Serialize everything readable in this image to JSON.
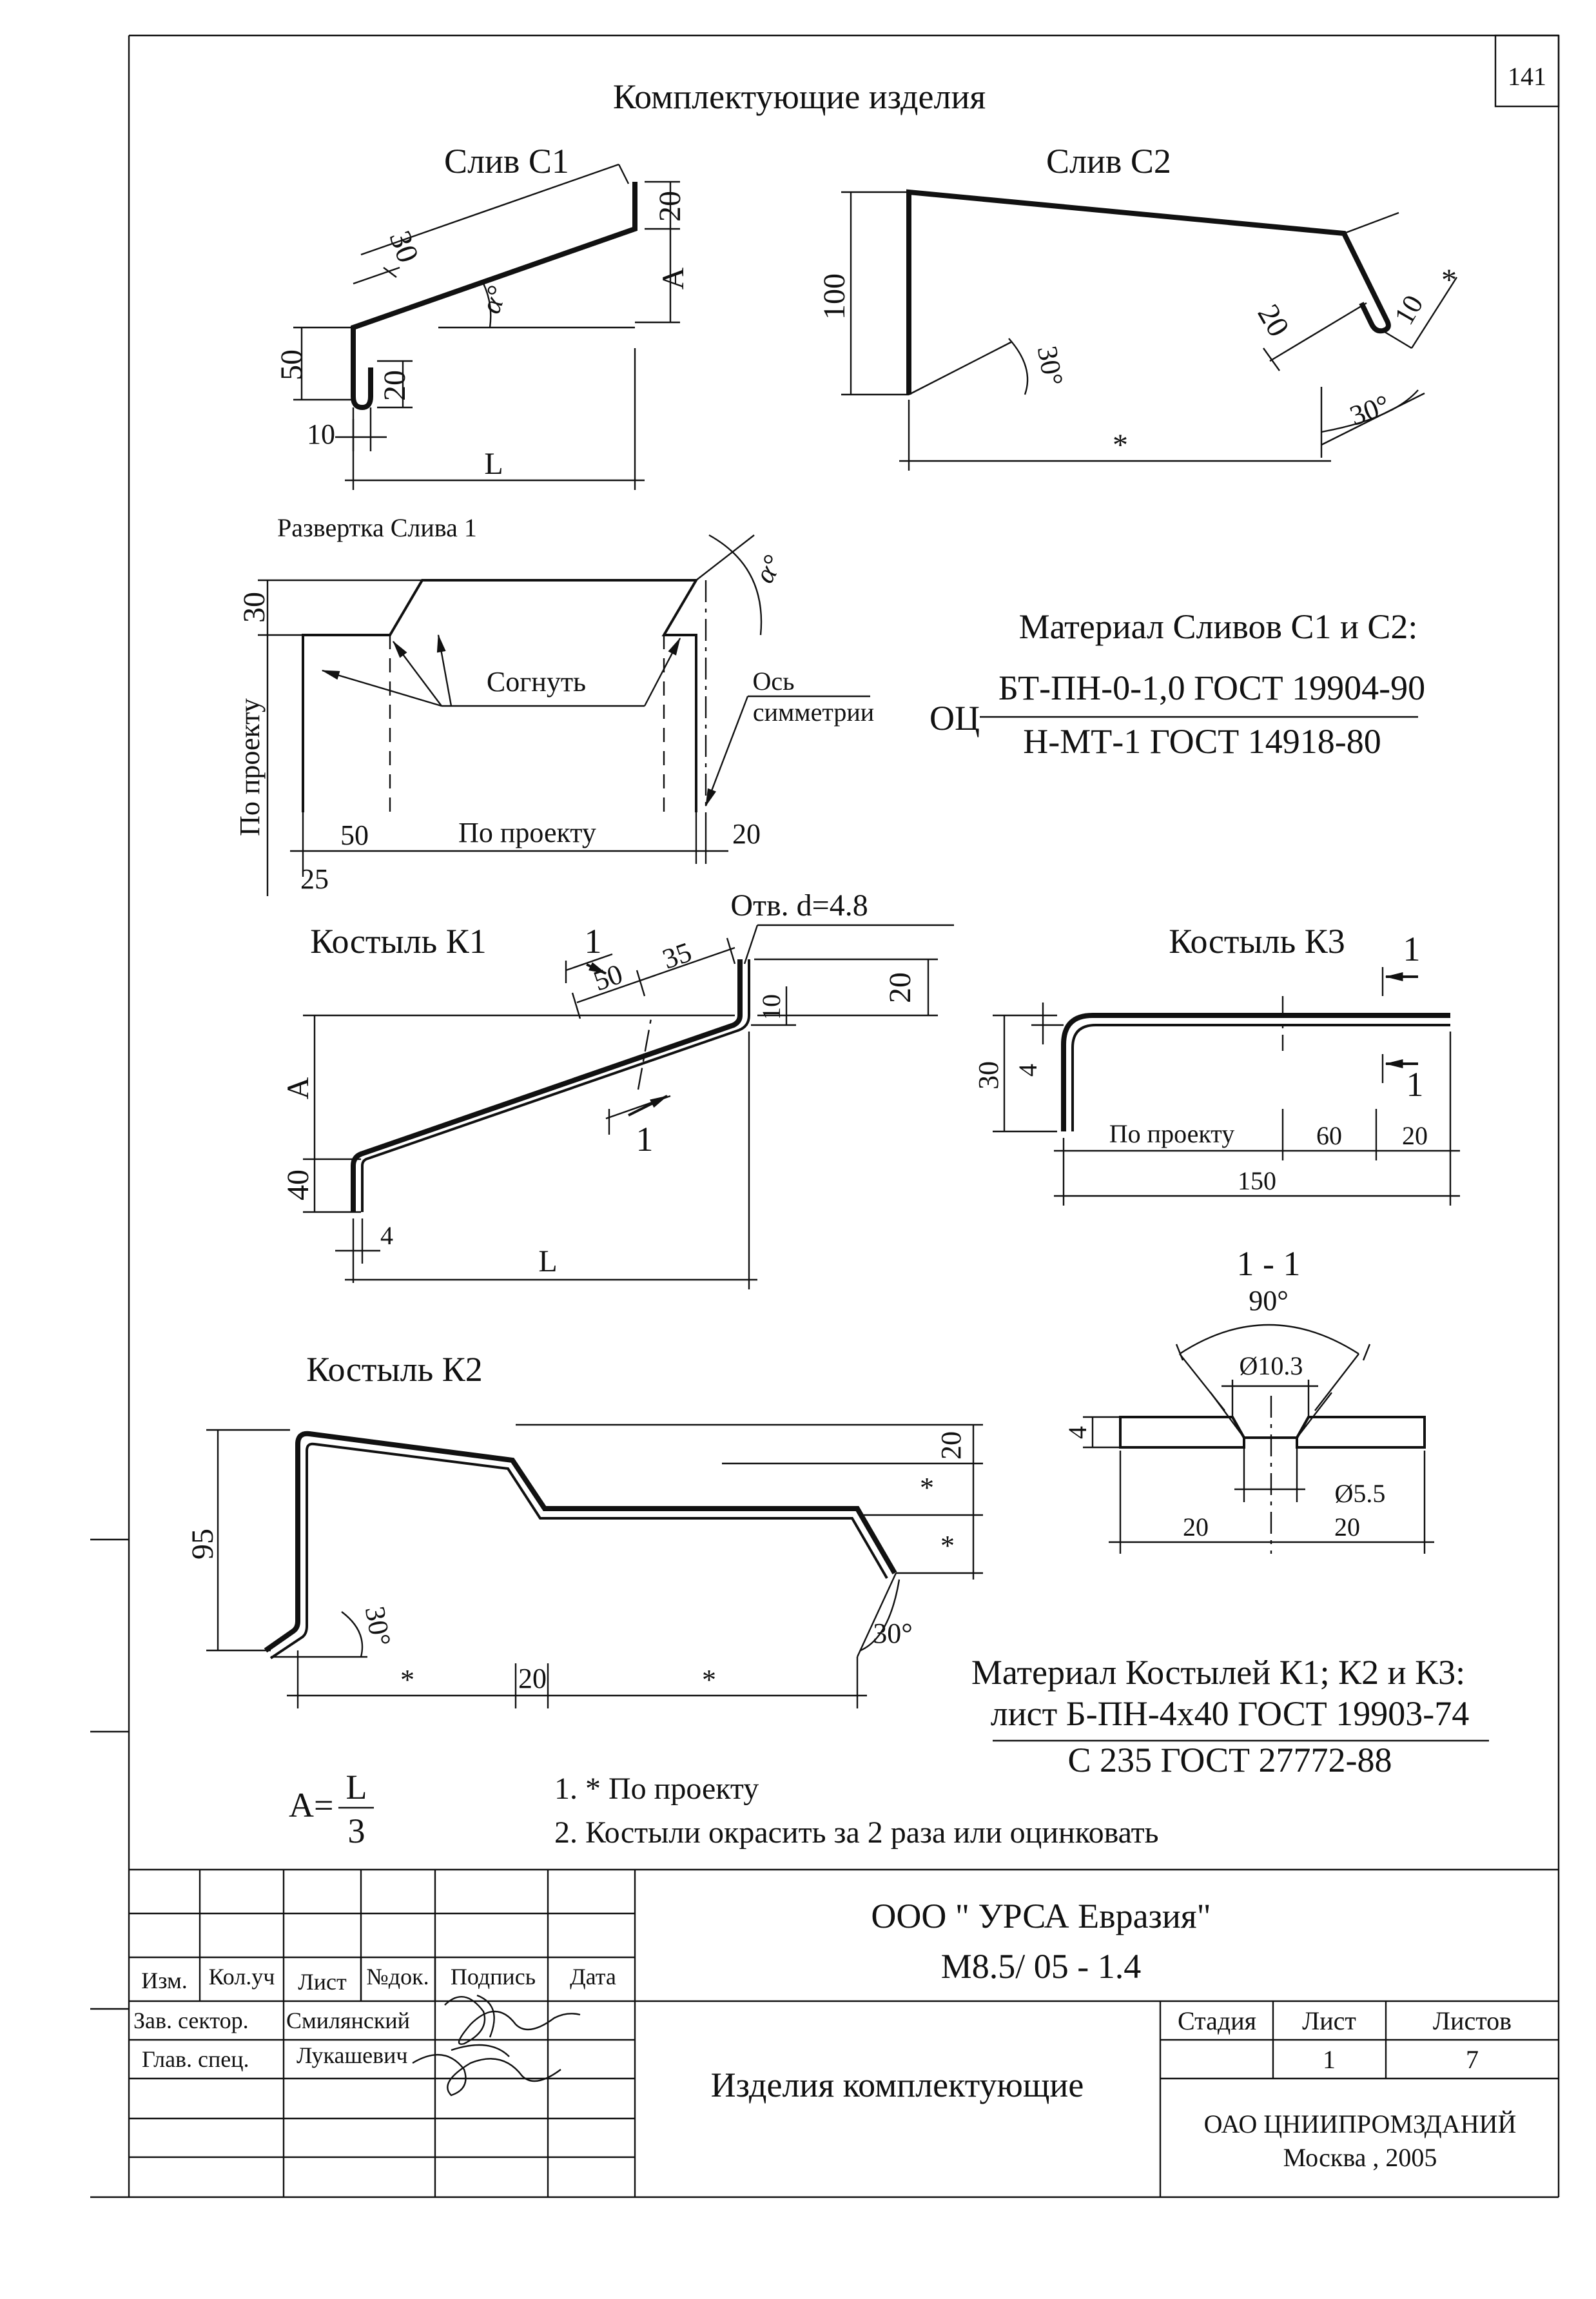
{
  "sheet_number": "141",
  "heading": "Комплектующие изделия",
  "sliv_c1": {
    "title": "Слив С1",
    "dims": {
      "d30": "30",
      "d20_top": "20",
      "a_alpha": "α°",
      "d_a": "A",
      "d50": "50",
      "d20_hook": "20",
      "d10": "10",
      "d_l": "L"
    }
  },
  "sliv_c2": {
    "title": "Слив С2",
    "dims": {
      "d100": "100",
      "angle30_left": "30°",
      "d20": "20",
      "d10": "10",
      "star_right": "*",
      "angle30_right": "30°",
      "star_bottom": "*"
    }
  },
  "razvertka": {
    "title": "Развертка Слива 1",
    "d30": "30",
    "alpha": "α°",
    "bend_label": "Согнуть",
    "axis_label_1": "Ось",
    "axis_label_2": "симметрии",
    "side_label": "По проекту",
    "d50": "50",
    "bottom_label": "По проекту",
    "d20": "20",
    "d25": "25"
  },
  "material_slivy": {
    "title": "Материал Сливов С1 и С2:",
    "prefix": "ОЦ",
    "numerator": "БТ-ПН-0-1,0 ГОСТ 19904-90",
    "denominator": "Н-МТ-1 ГОСТ 14918-80"
  },
  "kostyl_k1": {
    "title": "Костыль К1",
    "hole": "Отв. d=4.8",
    "section_mark": "1",
    "d50": "50",
    "d35": "35",
    "d20": "20",
    "d10": "10",
    "d_a": "A",
    "d40": "40",
    "d4": "4",
    "d_l": "L"
  },
  "kostyl_k3": {
    "title": "Костыль К3",
    "section_mark": "1",
    "d30": "30",
    "d4": "4",
    "label_project": "По проекту",
    "d60": "60",
    "d20": "20",
    "d150": "150"
  },
  "section_1_1": {
    "title": "1 - 1",
    "angle": "90°",
    "d_top": "Ø10.3",
    "d_bottom": "Ø5.5",
    "d4": "4",
    "d20_left": "20",
    "d20_right": "20"
  },
  "kostyl_k2": {
    "title": "Костыль К2",
    "d95": "95",
    "d20_right": "20",
    "star1": "*",
    "star2": "*",
    "angle30_left": "30°",
    "star_bottom_left": "*",
    "d20_bottom": "20",
    "star_bottom_right": "*",
    "angle30_right": "30°"
  },
  "material_kostyli": {
    "title": "Материал Костылей К1; К2 и К3:",
    "numerator": "лист Б-ПН-4х40 ГОСТ 19903-74",
    "denominator": "С 235 ГОСТ 27772-88"
  },
  "formula": {
    "lhs": "A=",
    "num": "L",
    "den": "3"
  },
  "notes": [
    "1. * По проекту",
    "2. Костыли окрасить за 2 раза или оцинковать"
  ],
  "title_block": {
    "company": "ООО \" УРСА  Евразия\"",
    "code": "М8.5/ 05 - 1.4",
    "headers": [
      "Изм.",
      "Кол.уч",
      "Лист",
      "№док.",
      "Подпись",
      "Дата"
    ],
    "rows": [
      {
        "role": "Зав. сектор.",
        "name": "Смилянский"
      },
      {
        "role": "Глав. спец.",
        "name": "Лукашевич"
      }
    ],
    "drawing_name": "Изделия комплектующие",
    "stage_label": "Стадия",
    "sheet_label": "Лист",
    "sheets_label": "Листов",
    "sheet_value": "1",
    "sheets_value": "7",
    "org": "ОАО ЦНИИПРОМЗДАНИЙ",
    "city_year": "Москва , 2005"
  }
}
